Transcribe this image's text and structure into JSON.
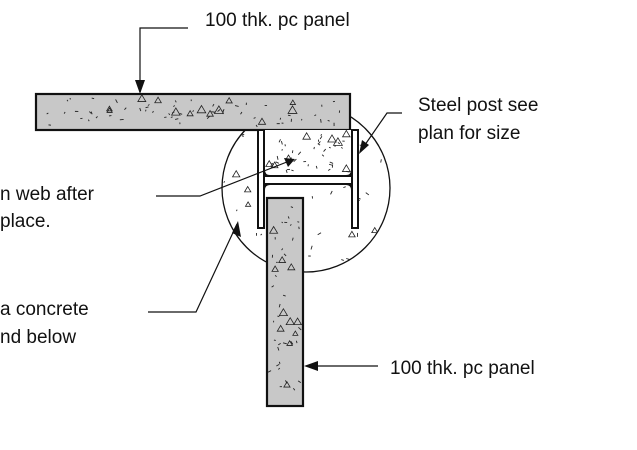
{
  "labels": {
    "top_panel": "100 thk. pc panel",
    "steel_post_line1": "Steel post see",
    "steel_post_line2": "plan for size",
    "web_line1": "n web after",
    "web_line2": "place.",
    "concrete_line1": "a concrete",
    "concrete_line2": "nd below",
    "bottom_panel": "100 thk. pc panel"
  },
  "colors": {
    "panel_fill": "#c8c8c8",
    "line": "#111111",
    "background": "#ffffff"
  }
}
